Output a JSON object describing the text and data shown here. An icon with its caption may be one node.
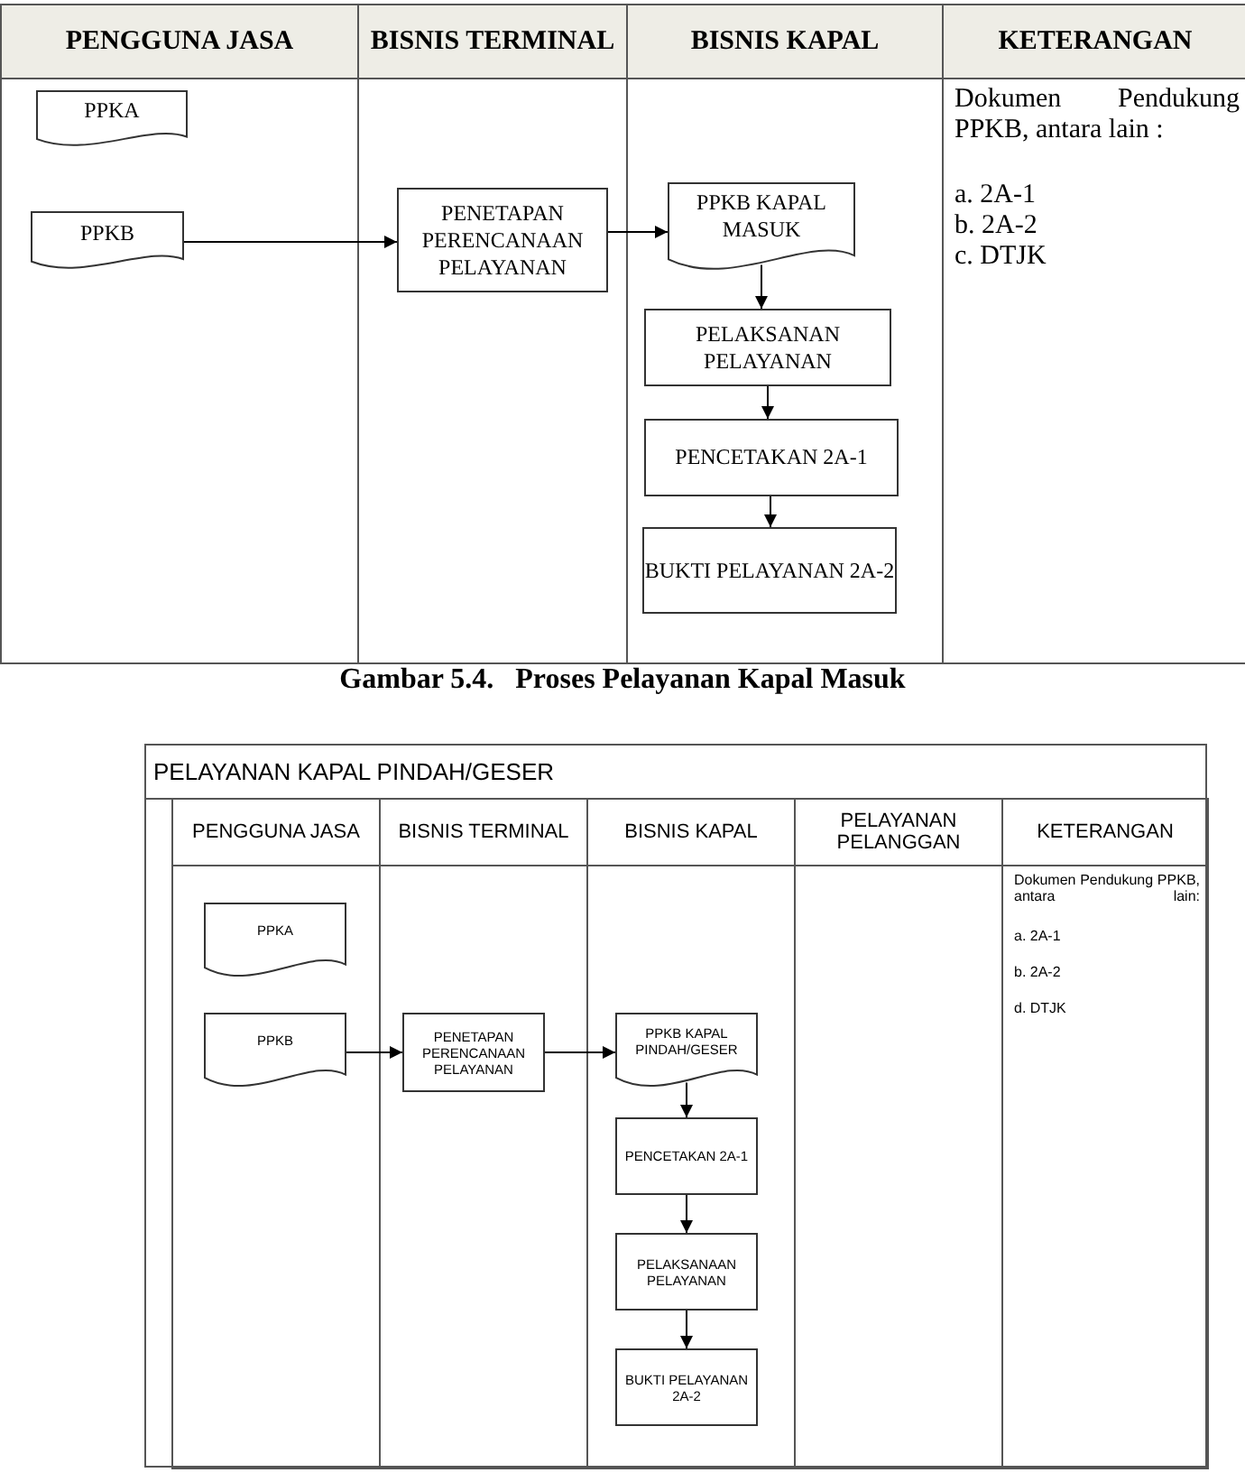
{
  "diagram": {
    "caption": "Gambar 5.4.   Proses Pelayanan Kapal Masuk",
    "nodes": [
      {
        "text": [
          "PENGGUNA JASA"
        ]
      },
      {
        "text": [
          "BISNIS TERMINAL"
        ]
      },
      {
        "text": [
          "BISNIS KAPAL"
        ]
      },
      {
        "text": [
          "KETERANGAN",
          "Dokumen Pendukung PPKB, antara lain :",
          "a. 2A-1",
          "b. 2A-2",
          "c. DTJK"
        ]
      },
      {
        "text": [
          "PPKA"
        ],
        "in": 0
      },
      {
        "text": [
          "PPKB"
        ],
        "in": 0
      },
      {
        "text": [
          "PENETAPAN PERENCANAAN PELAYANAN"
        ],
        "in": 1
      },
      {
        "text": [
          "PPKB KAPAL MASUK"
        ],
        "in": 2
      },
      {
        "text": [
          "PELAKSANAN PELAYANAN"
        ],
        "in": 2
      },
      {
        "text": [
          "PENCETAKAN 2A-1"
        ],
        "in": 2
      },
      {
        "text": [
          "BUKTI PELAYANAN 2A-2"
        ],
        "in": 2
      },
      {
        "text": [
          "PELAYANAN KAPAL PINDAH/GESER"
        ]
      },
      {
        "text": [
          "PENGGUNA JASA"
        ],
        "in": 11
      },
      {
        "text": [
          "BISNIS TERMINAL"
        ],
        "in": 11
      },
      {
        "text": [
          "BISNIS KAPAL"
        ],
        "in": 11
      },
      {
        "text": [
          "PELAYANAN PELANGGAN"
        ],
        "in": 11
      },
      {
        "text": [
          "KETERANGAN",
          "Dokumen Pendukung PPKB, antara lain:",
          "a. 2A-1",
          "b. 2A-2",
          "d. DTJK"
        ],
        "in": 11
      },
      {
        "text": [
          "PPKA"
        ],
        "in": 12
      },
      {
        "text": [
          "PPKB"
        ],
        "in": 12
      },
      {
        "text": [
          "PENETAPAN PERENCANAAN PELAYANAN"
        ],
        "in": 13
      },
      {
        "text": [
          "PPKB KAPAL PINDAH/GESER"
        ],
        "in": 14
      },
      {
        "text": [
          "PENCETAKAN 2A-1"
        ],
        "in": 14
      },
      {
        "text": [
          "PELAKSANAAN PELAYANAN"
        ],
        "in": 14
      },
      {
        "text": [
          "BUKTI PELAYANAN 2A-2"
        ],
        "in": 14
      }
    ],
    "edges": [
      {
        "from": 5,
        "to": 6,
        "arrow": "to"
      },
      {
        "from": 6,
        "to": 7,
        "arrow": "to"
      },
      {
        "from": 7,
        "to": 8,
        "arrow": "to"
      },
      {
        "from": 8,
        "to": 9,
        "arrow": "to"
      },
      {
        "from": 9,
        "to": 10,
        "arrow": "to"
      },
      {
        "from": 18,
        "to": 19,
        "arrow": "to"
      },
      {
        "from": 19,
        "to": 20,
        "arrow": "to"
      },
      {
        "from": 20,
        "to": 21,
        "arrow": "to"
      },
      {
        "from": 21,
        "to": 22,
        "arrow": "to"
      },
      {
        "from": 22,
        "to": 23,
        "arrow": "to"
      }
    ]
  }
}
